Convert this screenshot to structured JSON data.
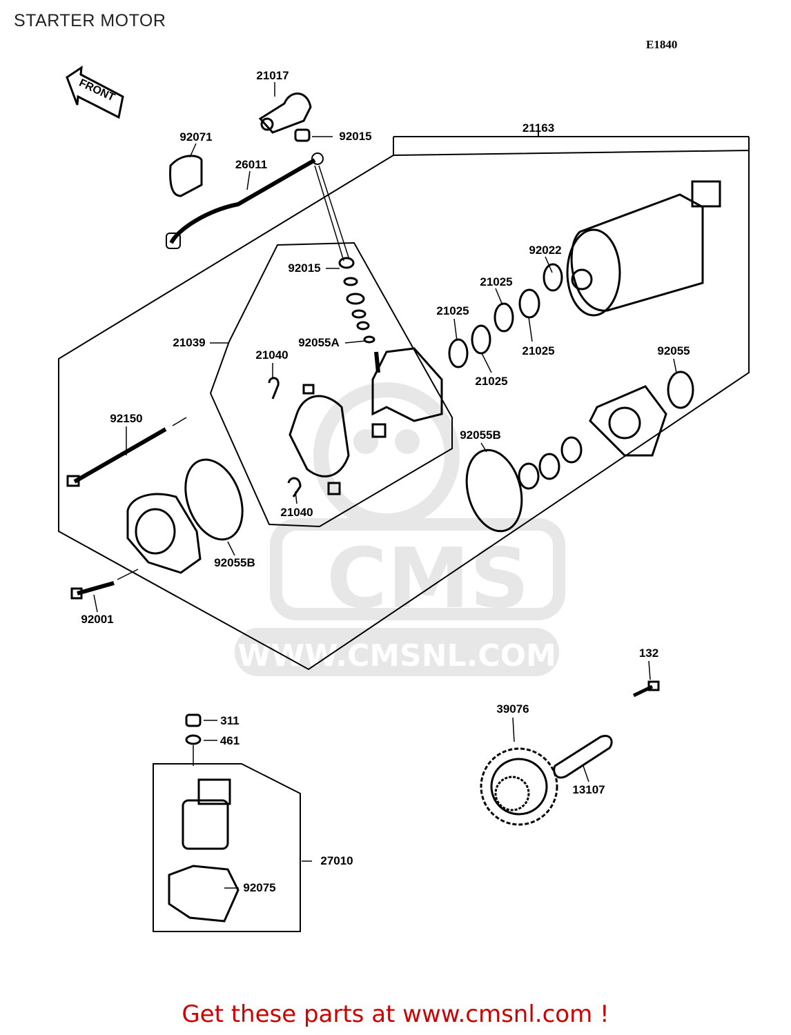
{
  "page_title": "STARTER MOTOR",
  "diagram_code": "E1840",
  "front_marker": "FRONT",
  "watermark": {
    "brand": "CMS",
    "url": "WWW.CMSNL.COM"
  },
  "call_to_action": "Get these parts at www.cmsnl.com !",
  "labels": {
    "p21017": "21017",
    "p92015_top": "92015",
    "p92071": "92071",
    "p26011": "26011",
    "p21163": "21163",
    "p92022": "92022",
    "p92015_mid": "92015",
    "p21025_a": "21025",
    "p21025_b": "21025",
    "p21025_c": "21025",
    "p21025_d": "21025",
    "p21039": "21039",
    "p92055A": "92055A",
    "p21040_top": "21040",
    "p92055": "92055",
    "p92150": "92150",
    "p92055B_right": "92055B",
    "p21040_bot": "21040",
    "p92055B_left": "92055B",
    "p92001": "92001",
    "p132": "132",
    "p311": "311",
    "p461": "461",
    "p39076": "39076",
    "p13107": "13107",
    "p27010": "27010",
    "p92075": "92075"
  }
}
